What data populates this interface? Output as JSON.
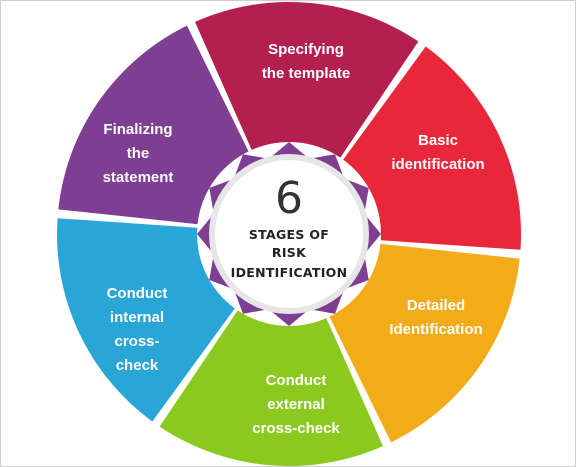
{
  "center": {
    "number": "6",
    "lines": [
      "STAGES OF",
      "RISK",
      "IDENTIFICATION"
    ]
  },
  "segments": [
    {
      "id": "specifying",
      "lines": [
        "Specifying",
        "the template"
      ],
      "color": "#b3204f"
    },
    {
      "id": "basic",
      "lines": [
        "Basic",
        "identification"
      ],
      "color": "#e8283a"
    },
    {
      "id": "detailed",
      "lines": [
        "Detailed",
        "Identification"
      ],
      "color": "#f3ac19"
    },
    {
      "id": "external",
      "lines": [
        "Conduct",
        "external",
        "cross-check"
      ],
      "color": "#8bc91f"
    },
    {
      "id": "internal",
      "lines": [
        "Conduct",
        "internal",
        "cross-",
        "check"
      ],
      "color": "#29a5d6"
    },
    {
      "id": "finalizing",
      "lines": [
        "Finalizing",
        "the",
        "statement"
      ],
      "color": "#7e3f92"
    }
  ]
}
